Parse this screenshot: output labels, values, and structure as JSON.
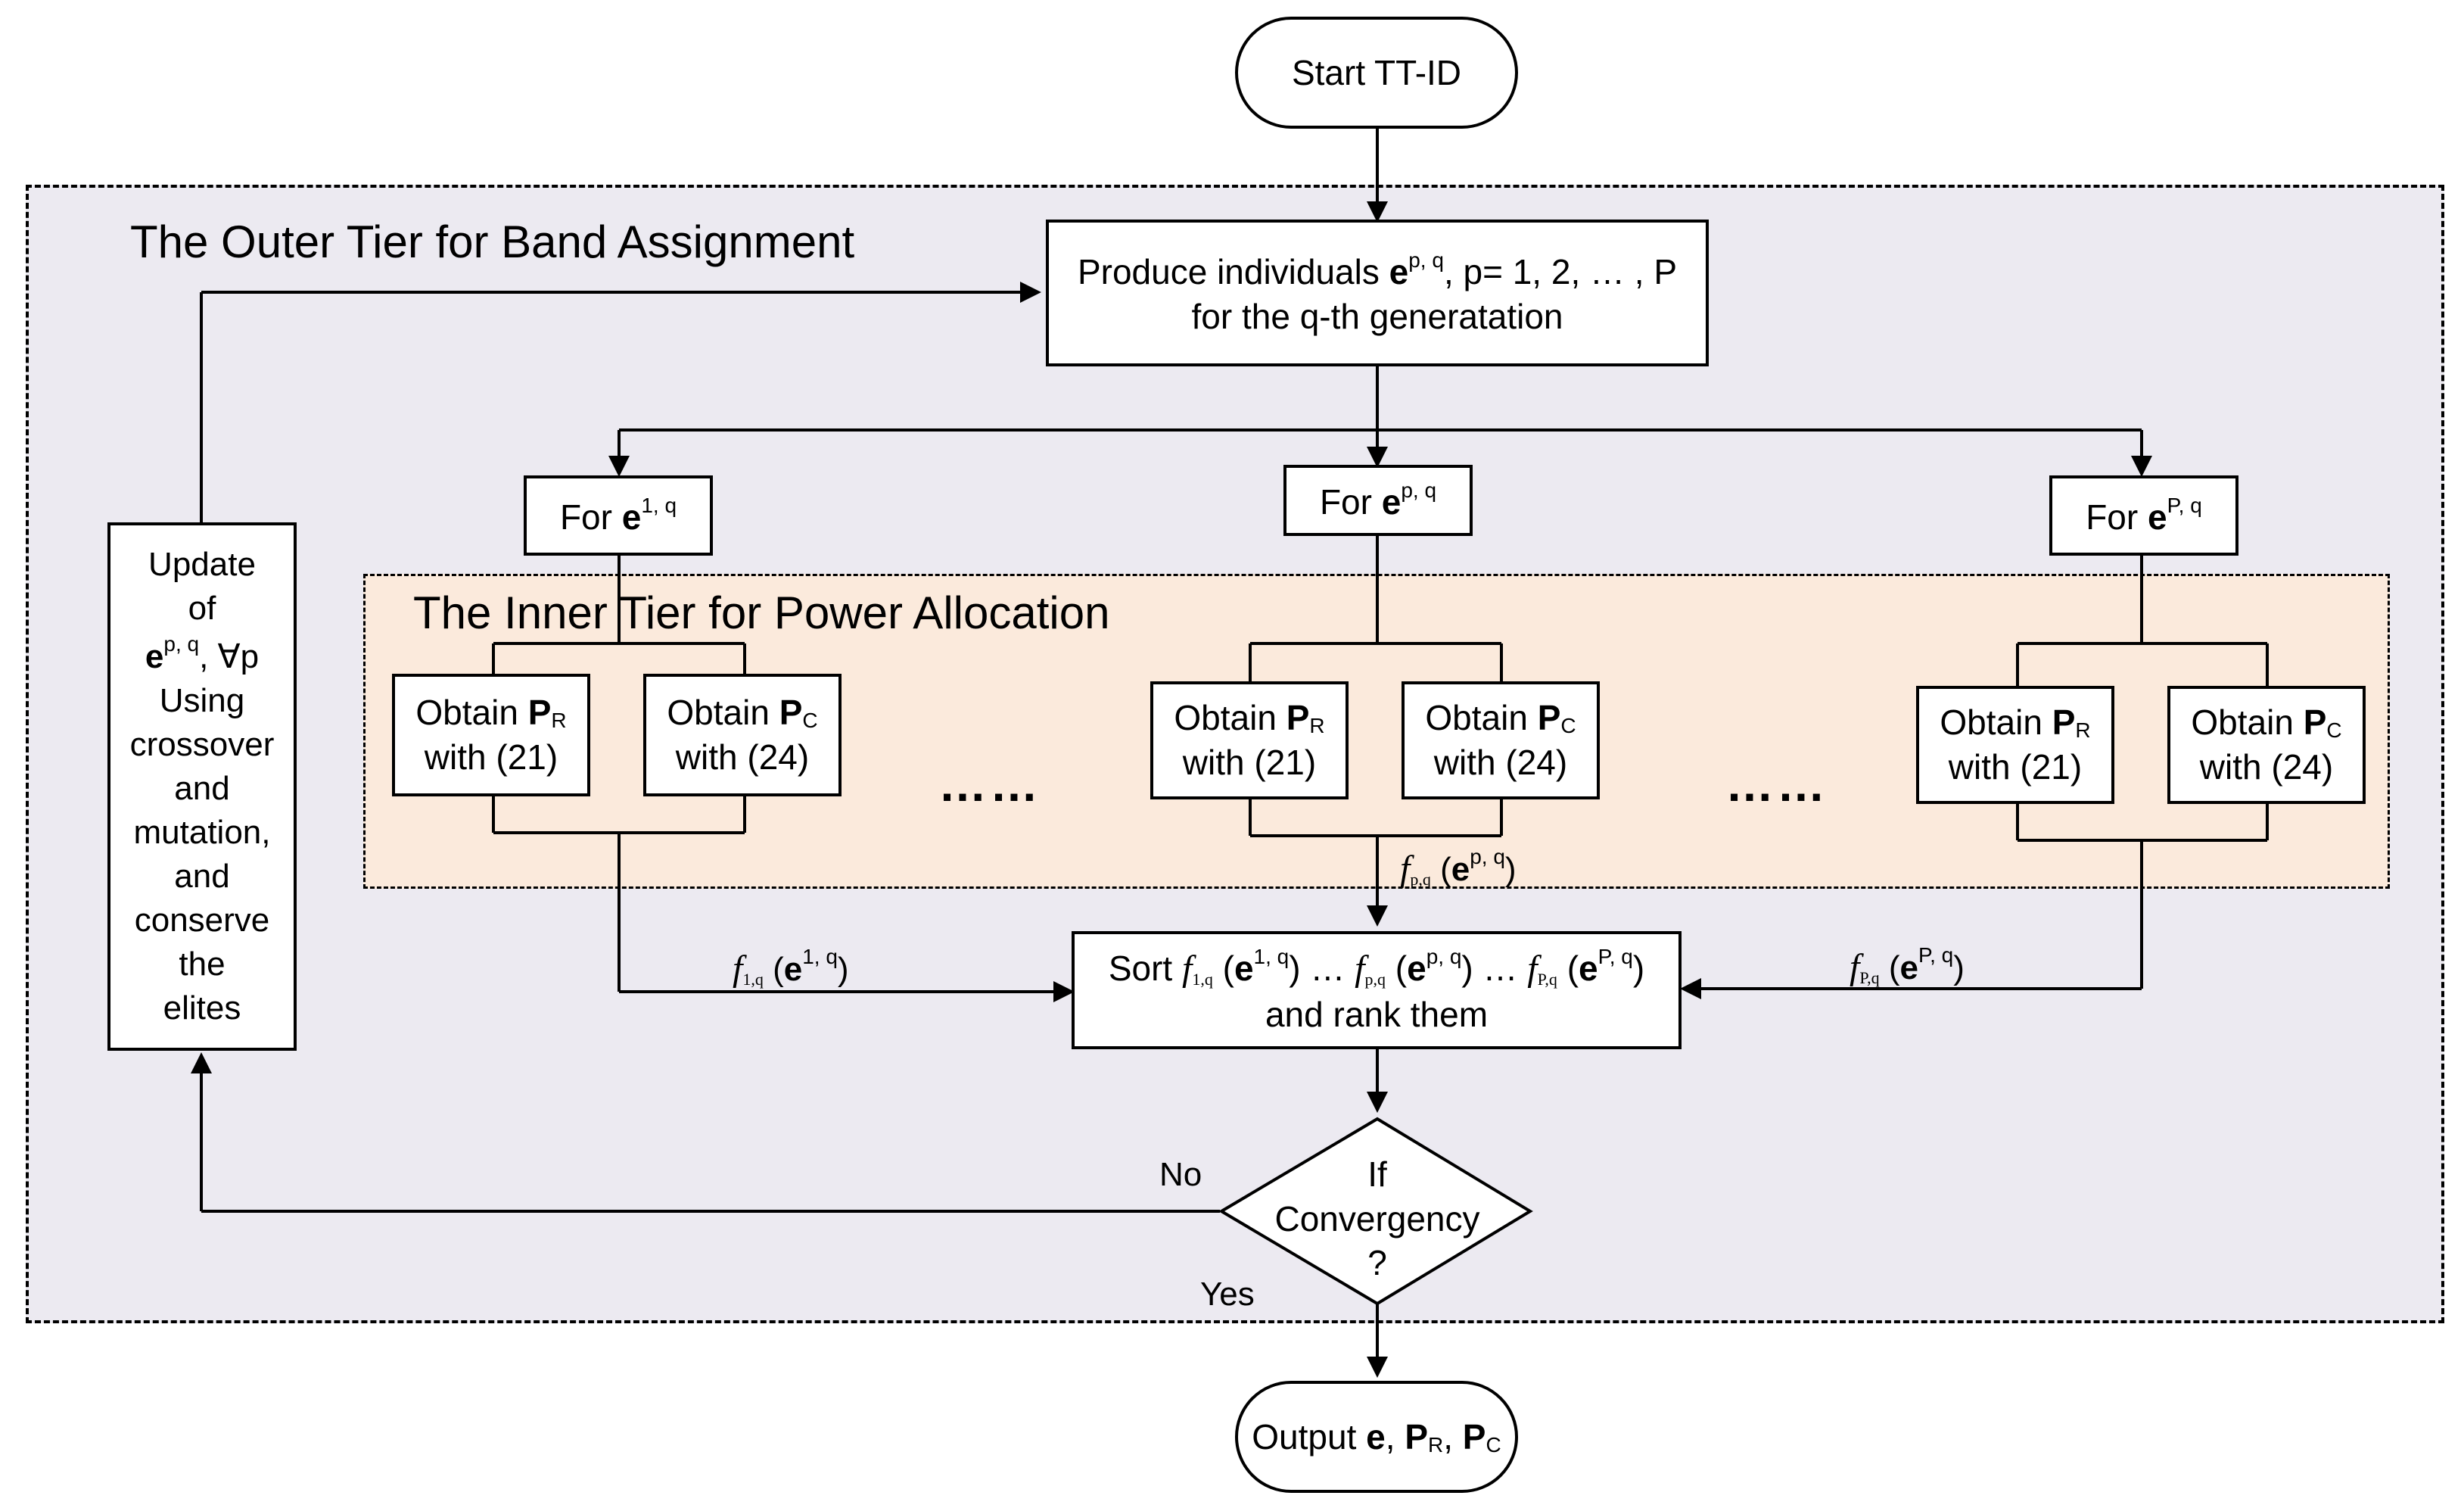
{
  "regions": {
    "outer_title": "The Outer Tier for Band Assignment",
    "inner_title": "The Inner Tier for Power Allocation"
  },
  "nodes": {
    "start": "Start TT-ID",
    "produce": {
      "line1_pre": "Produce  individuals ",
      "e": "e",
      "sup": "p, q",
      "line1_post": ", p= 1, 2, … , P",
      "line2": "for the q-th generatation"
    },
    "for_boxes": [
      {
        "label": "For ",
        "e": "e",
        "sup": "1, q"
      },
      {
        "label": "For ",
        "e": "e",
        "sup": "p, q"
      },
      {
        "label": "For ",
        "e": "e",
        "sup": "P, q"
      }
    ],
    "obtain_pr": {
      "pre": "Obtain ",
      "bold": "P",
      "sub": "R",
      "line2": "with (21)"
    },
    "obtain_pc": {
      "pre": "Obtain ",
      "bold": "P",
      "sub": "C",
      "line2": "with (24)"
    },
    "ellipsis": "……",
    "update": {
      "l1": "Update",
      "l2": "of",
      "e": "e",
      "sup": "p, q",
      "tail": ", ∀p",
      "l4": "Using",
      "l5": "crossover",
      "l6": "and",
      "l7": "mutation,",
      "l8": "and",
      "l9": "conserve",
      "l10": "the",
      "l11": "elites"
    },
    "sort": {
      "pre": "Sort ",
      "f": "f",
      "sub1": "1,q",
      "sup1": "1, q",
      "subp": "p,q",
      "supp": "p, q",
      "subP": "P,q",
      "supP": "P, q",
      "e": "e",
      "mid": " … ",
      "line2": "and rank them"
    },
    "decision": {
      "l1": "If",
      "l2": "Convergency",
      "l3": "?"
    },
    "output": {
      "pre": "Output ",
      "e": "e",
      "sep": ", ",
      "P": "P",
      "R": "R",
      "C": "C"
    }
  },
  "edge_labels": {
    "f": "f",
    "e": "e",
    "f1": {
      "sub": "1,q",
      "sup": "1, q"
    },
    "fp": {
      "sub": "p,q",
      "sup": "p, q"
    },
    "fP": {
      "sub": "P,q",
      "sup": "P, q"
    },
    "no": "No",
    "yes": "Yes"
  }
}
